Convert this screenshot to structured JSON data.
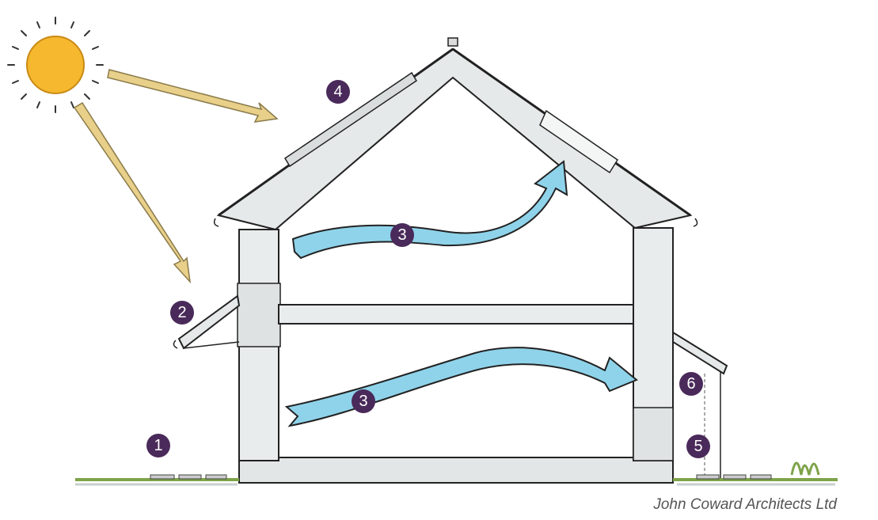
{
  "diagram": {
    "markers": [
      {
        "id": "ground",
        "label": "1"
      },
      {
        "id": "canopy",
        "label": "2"
      },
      {
        "id": "airflow-upper",
        "label": "3"
      },
      {
        "id": "airflow-lower",
        "label": "3"
      },
      {
        "id": "roof",
        "label": "4"
      },
      {
        "id": "side-wall",
        "label": "5"
      },
      {
        "id": "side-window",
        "label": "6"
      }
    ],
    "credit": "John Coward Architects Ltd",
    "colors": {
      "sun": "#f5b82e",
      "sun_ray_arrow": "#e8d08a",
      "airflow": "#8fd3ea",
      "marker": "#4a2a5a",
      "wall_fill": "#e9ecec",
      "outline": "#222222",
      "grass": "#7ea34a"
    }
  }
}
